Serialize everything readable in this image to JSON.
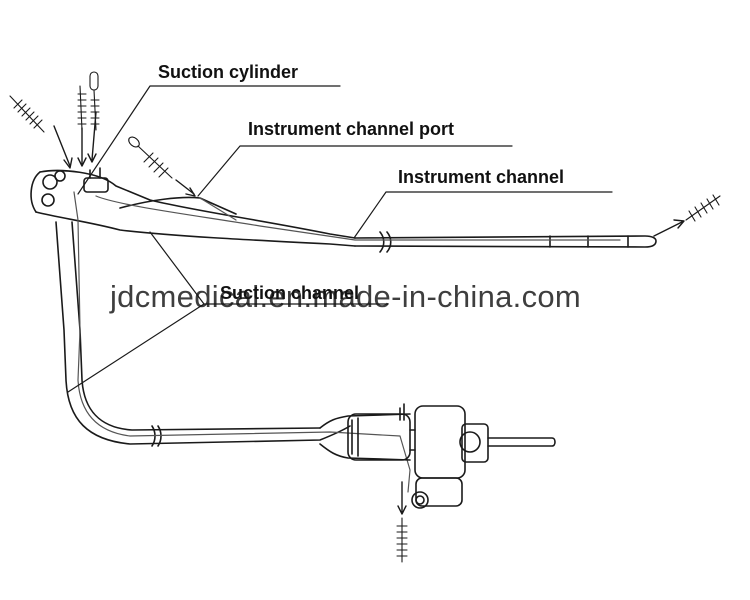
{
  "labels": {
    "suction_cylinder": "Suction cylinder",
    "instrument_channel_port": "Instrument channel port",
    "instrument_channel": "Instrument channel",
    "suction_channel": "Suction channel"
  },
  "watermark": "jdcmedical.en.made-in-china.com",
  "colors": {
    "line": "#1a1a1a",
    "channel_fill": "#d9d9d9",
    "background": "#ffffff"
  }
}
